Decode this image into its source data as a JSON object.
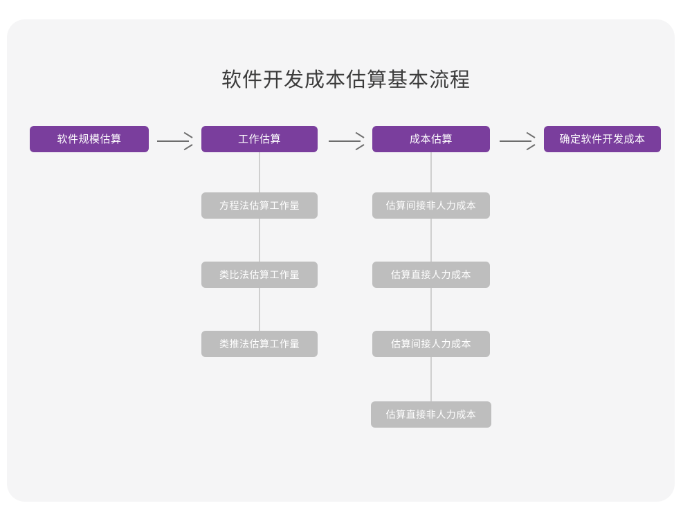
{
  "diagram": {
    "title": "软件开发成本估算基本流程",
    "type": "flowchart",
    "colors": {
      "card_background": "#f5f5f6",
      "page_background": "#ffffff",
      "primary_node": "#7a3e9d",
      "secondary_node": "#bebebe",
      "node_text": "#ffffff",
      "title_text": "#3c3c3c",
      "arrow": "#6d6d6d",
      "connector_line": "#cfcfcf"
    },
    "main_flow": [
      {
        "id": "step-1",
        "label": "软件规模估算"
      },
      {
        "id": "step-2",
        "label": "工作估算"
      },
      {
        "id": "step-3",
        "label": "成本估算"
      },
      {
        "id": "step-4",
        "label": "确定软件开发成本"
      }
    ],
    "arrows": [
      {
        "id": "arrow-1",
        "from": "step-1",
        "to": "step-2",
        "glyph": "arrow-right-icon"
      },
      {
        "id": "arrow-2",
        "from": "step-2",
        "to": "step-3",
        "glyph": "arrow-right-icon"
      },
      {
        "id": "arrow-3",
        "from": "step-3",
        "to": "step-4",
        "glyph": "arrow-right-icon"
      }
    ],
    "branches": [
      {
        "id": "branch-work-estimation",
        "parent": "step-2",
        "items": [
          {
            "id": "work-1",
            "label": "方程法估算工作量"
          },
          {
            "id": "work-2",
            "label": "类比法估算工作量"
          },
          {
            "id": "work-3",
            "label": "类推法估算工作量"
          }
        ]
      },
      {
        "id": "branch-cost-estimation",
        "parent": "step-3",
        "items": [
          {
            "id": "cost-1",
            "label": "估算间接非人力成本"
          },
          {
            "id": "cost-2",
            "label": "估算直接人力成本"
          },
          {
            "id": "cost-3",
            "label": "估算间接人力成本"
          },
          {
            "id": "cost-4",
            "label": "估算直接非人力成本"
          }
        ]
      }
    ]
  }
}
